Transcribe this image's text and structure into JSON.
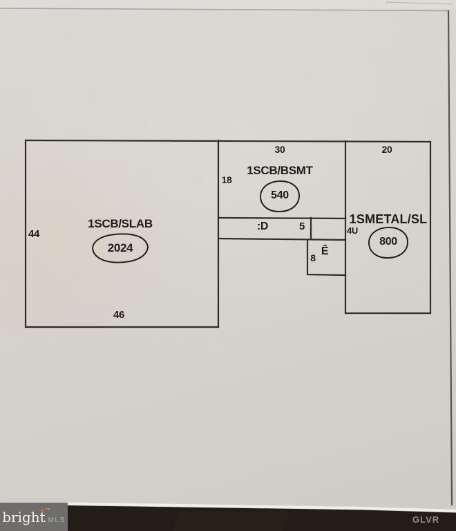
{
  "sketch": {
    "left_building": {
      "label": "1SCB/SLAB",
      "area": "2024",
      "dim_left": "44",
      "dim_bottom": "46"
    },
    "middle_building": {
      "label": "1SCB/BSMT",
      "area": "540",
      "dim_top": "30",
      "dim_left": "18"
    },
    "right_building": {
      "label": "1SMETAL/SL",
      "area": "800",
      "dim_top": "20",
      "dim_left": "4U"
    },
    "deck": {
      "label": ":D",
      "dim_width": "5"
    },
    "enclosed_porch": {
      "label": "Ê",
      "dim_left": "8"
    }
  },
  "footer": {
    "logo_brand": "bright",
    "logo_suffix": "MLS",
    "watermark": "GLVR"
  },
  "colors": {
    "paper": "#d6d3ce",
    "sketch_line": "#2e2c2a",
    "dark_band": "#231d17",
    "logo_background": "#6f6d6b",
    "logo_accent_orange": "#d85f27",
    "watermark_gray": "#8f8d89"
  }
}
